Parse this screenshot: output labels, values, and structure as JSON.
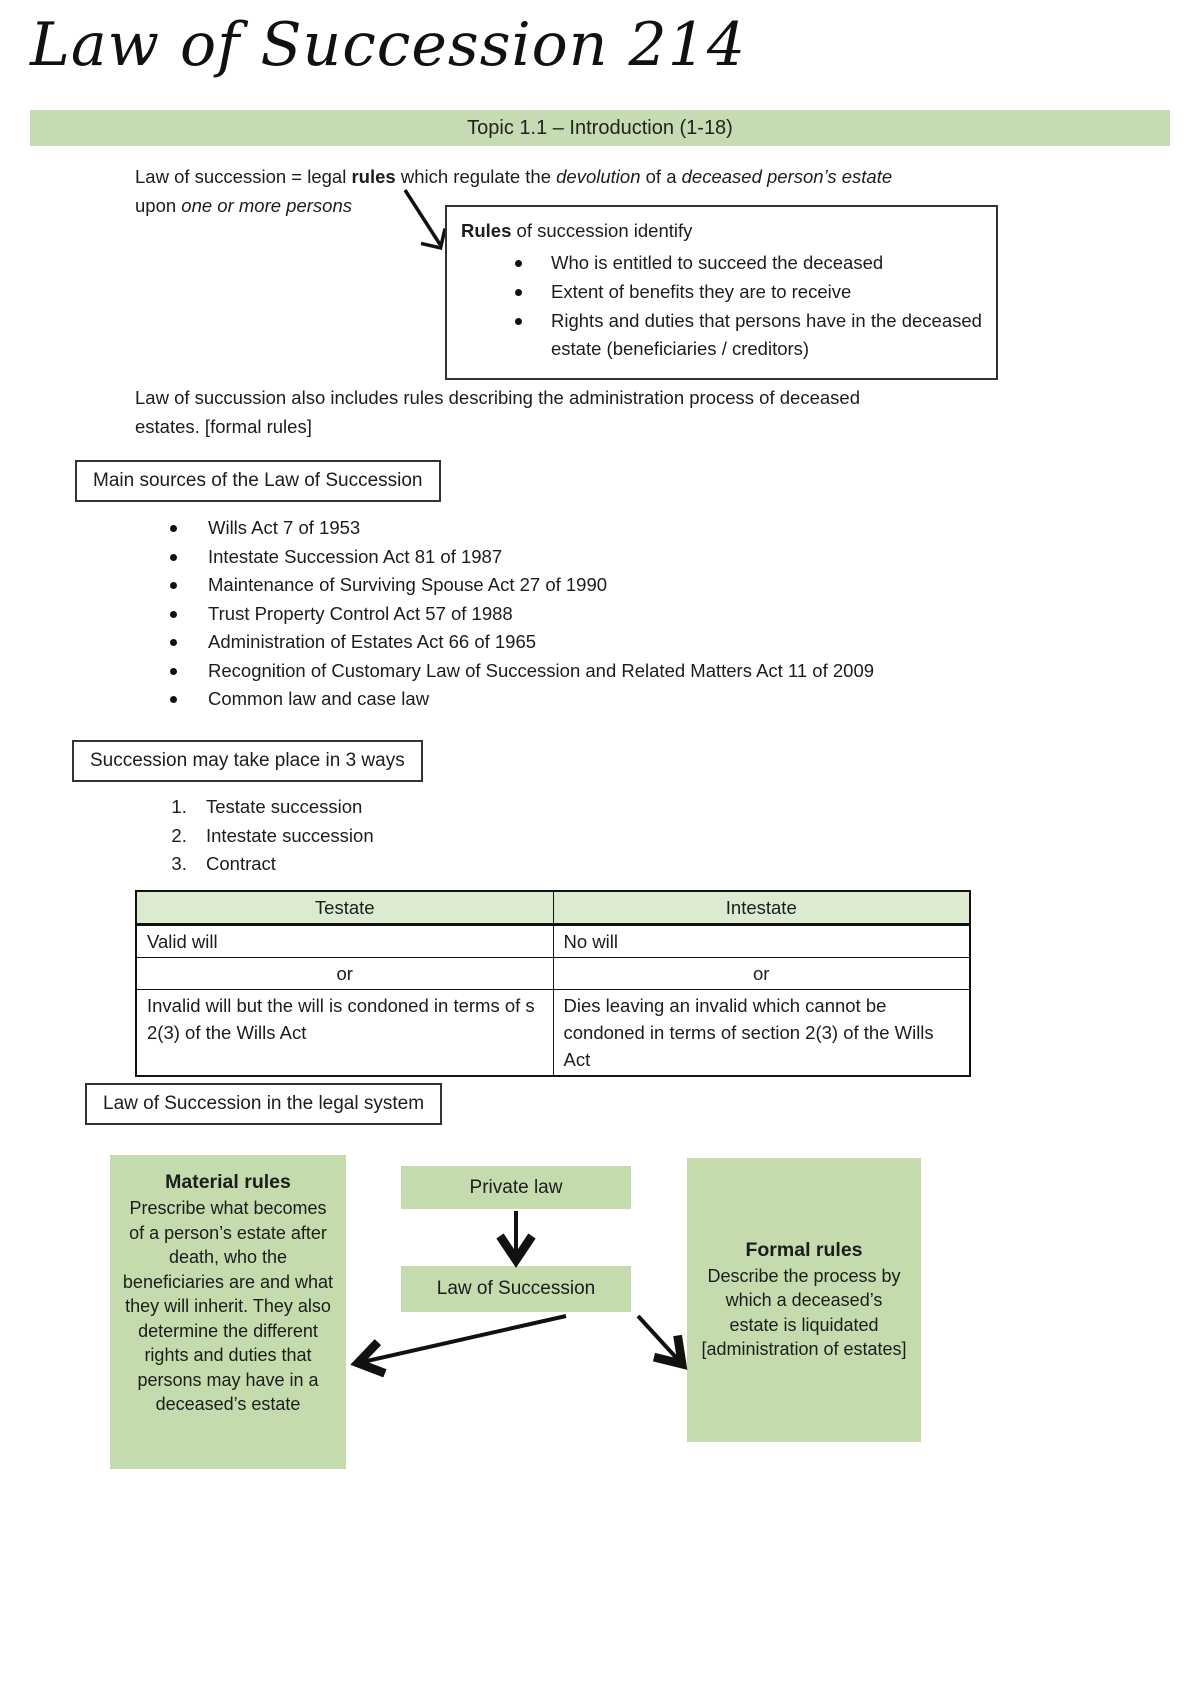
{
  "colors": {
    "banner_green": "#c5dbb2",
    "table_header_green": "#dcead0",
    "diagram_green": "#c4dbad",
    "ink": "#1c1c1c"
  },
  "header": {
    "title": "Law of Succession 214",
    "banner": "Topic 1.1 – Introduction (1-18)"
  },
  "definition": {
    "p1a": "Law of succession = legal ",
    "p1b": "rules",
    "p1c": " which regulate the ",
    "p1d": "devolution",
    "p1e": " of a ",
    "p1f": "deceased person’s estate",
    "p1g": "upon ",
    "p1h": "one or more persons"
  },
  "rules_box": {
    "title_bold": "Rules",
    "title_rest": " of succession identify",
    "bullets": [
      "Who is entitled to succeed the deceased",
      "Extent of benefits they are to receive",
      "Rights and duties that persons have in the deceased estate (beneficiaries / creditors)"
    ]
  },
  "admin_note": {
    "line1": "Law of succussion also includes rules describing the administration process of deceased",
    "line2": "estates. [formal rules]"
  },
  "sources": {
    "heading": "Main sources of the Law of Succession",
    "items": [
      "Wills Act 7 of 1953",
      "Intestate Succession Act 81 of 1987",
      "Maintenance of Surviving Spouse Act 27 of 1990",
      "Trust Property Control Act 57 of 1988",
      "Administration of Estates Act 66 of 1965",
      "Recognition of Customary Law of Succession and Related Matters Act 11 of 2009",
      "Common law and case law"
    ]
  },
  "ways": {
    "heading": "Succession may take place in 3 ways",
    "items": [
      "Testate succession",
      "Intestate succession",
      "Contract"
    ]
  },
  "table": {
    "headers": [
      "Testate",
      "Intestate"
    ],
    "row_valid": [
      "Valid will",
      "No will"
    ],
    "row_or": [
      "or",
      "or"
    ],
    "row_invalid": [
      "Invalid will but the will is condoned in terms of s 2(3) of the Wills Act",
      "Dies leaving an invalid which cannot be condoned in terms of section 2(3) of the Wills Act"
    ]
  },
  "legal_system": {
    "heading": "Law of Succession in the legal system",
    "material_title": "Material rules",
    "material_body": "Prescribe what becomes of a person’s estate after death, who the beneficiaries are and what they will inherit. They also determine the different rights and duties that persons may have in a deceased’s estate",
    "private_law": "Private law",
    "law_of_succession": "Law of Succession",
    "formal_title": "Formal rules",
    "formal_body": "Describe the process by which a deceased’s estate is liquidated [administration of estates]"
  }
}
